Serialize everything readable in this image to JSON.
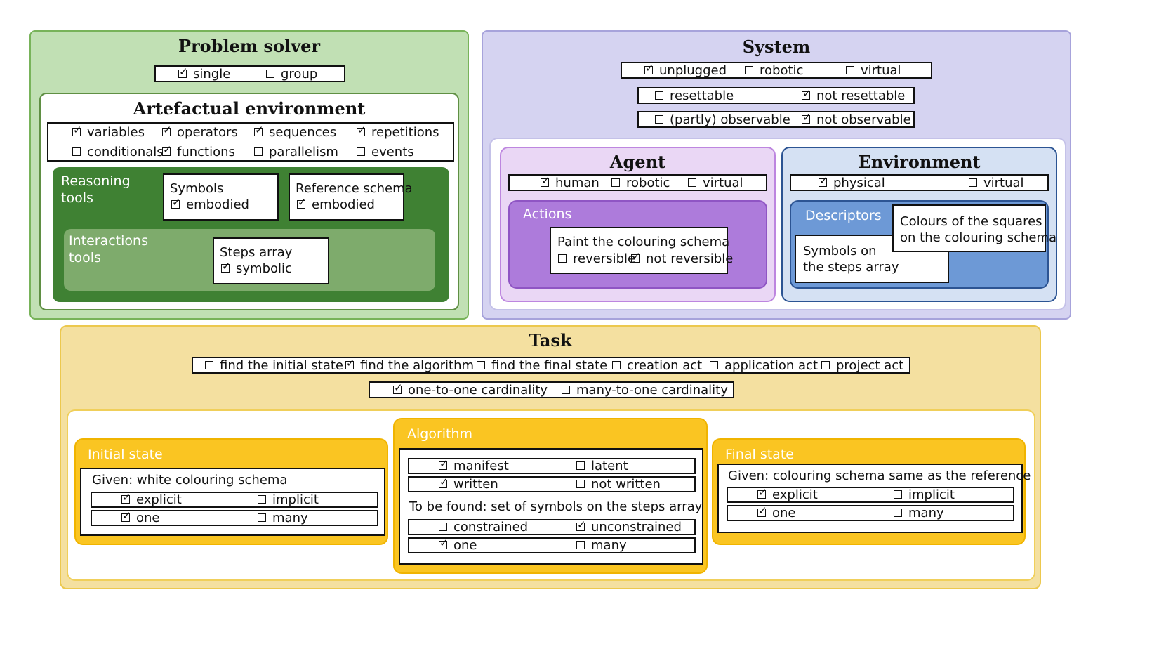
{
  "problem_solver": {
    "title": "Problem solver",
    "options": [
      {
        "label": "single",
        "checked": true
      },
      {
        "label": "group",
        "checked": false
      }
    ],
    "artefactual_environment": {
      "title": "Artefactual environment",
      "options": [
        {
          "label": "variables",
          "checked": true
        },
        {
          "label": "operators",
          "checked": true
        },
        {
          "label": "sequences",
          "checked": true
        },
        {
          "label": "repetitions",
          "checked": true
        },
        {
          "label": "conditionals",
          "checked": false
        },
        {
          "label": "functions",
          "checked": true
        },
        {
          "label": "parallelism",
          "checked": false
        },
        {
          "label": "events",
          "checked": false
        }
      ],
      "reasoning_tools": {
        "label_line1": "Reasoning",
        "label_line2": "tools",
        "symbols": {
          "title": "Symbols",
          "option": {
            "label": "embodied",
            "checked": true
          }
        },
        "reference_schema": {
          "title": "Reference schema",
          "option": {
            "label": "embodied",
            "checked": true
          }
        }
      },
      "interactions_tools": {
        "label_line1": "Interactions",
        "label_line2": "tools",
        "steps_array": {
          "title": "Steps array",
          "option": {
            "label": "symbolic",
            "checked": true
          }
        }
      }
    }
  },
  "system": {
    "title": "System",
    "row1": [
      {
        "label": "unplugged",
        "checked": true
      },
      {
        "label": "robotic",
        "checked": false
      },
      {
        "label": "virtual",
        "checked": false
      }
    ],
    "row2": [
      {
        "label": "resettable",
        "checked": false
      },
      {
        "label": "not resettable",
        "checked": true
      }
    ],
    "row3": [
      {
        "label": "(partly) observable",
        "checked": false
      },
      {
        "label": "not observable",
        "checked": true
      }
    ],
    "agent": {
      "title": "Agent",
      "options": [
        {
          "label": "human",
          "checked": true
        },
        {
          "label": "robotic",
          "checked": false
        },
        {
          "label": "virtual",
          "checked": false
        }
      ],
      "actions": {
        "label": "Actions",
        "box_title": "Paint the colouring schema",
        "options": [
          {
            "label": "reversible",
            "checked": false
          },
          {
            "label": "not reversible",
            "checked": true
          }
        ]
      }
    },
    "environment": {
      "title": "Environment",
      "options": [
        {
          "label": "physical",
          "checked": true
        },
        {
          "label": "virtual",
          "checked": false
        }
      ],
      "descriptors": {
        "label": "Descriptors",
        "box1_line1": "Symbols on",
        "box1_line2": "the steps array",
        "box2_line1": "Colours of the squares",
        "box2_line2": "on the colouring schema"
      }
    }
  },
  "task": {
    "title": "Task",
    "row1": [
      {
        "label": "find the initial state",
        "checked": false
      },
      {
        "label": "find the algorithm",
        "checked": true
      },
      {
        "label": "find the final state",
        "checked": false
      },
      {
        "label": "creation act",
        "checked": false
      },
      {
        "label": "application act",
        "checked": false
      },
      {
        "label": "project act",
        "checked": false
      }
    ],
    "row2": [
      {
        "label": "one-to-one cardinality",
        "checked": true
      },
      {
        "label": "many-to-one cardinality",
        "checked": false
      }
    ],
    "initial_state": {
      "label": "Initial state",
      "given": "Given: white colouring schema",
      "row1": [
        {
          "label": "explicit",
          "checked": true
        },
        {
          "label": "implicit",
          "checked": false
        }
      ],
      "row2": [
        {
          "label": "one",
          "checked": true
        },
        {
          "label": "many",
          "checked": false
        }
      ]
    },
    "algorithm": {
      "label": "Algorithm",
      "row1": [
        {
          "label": "manifest",
          "checked": true
        },
        {
          "label": "latent",
          "checked": false
        }
      ],
      "row2": [
        {
          "label": "written",
          "checked": true
        },
        {
          "label": "not written",
          "checked": false
        }
      ],
      "to_be_found": "To be found: set of symbols on the steps array",
      "row3": [
        {
          "label": "constrained",
          "checked": false
        },
        {
          "label": "unconstrained",
          "checked": true
        }
      ],
      "row4": [
        {
          "label": "one",
          "checked": true
        },
        {
          "label": "many",
          "checked": false
        }
      ]
    },
    "final_state": {
      "label": "Final state",
      "given": "Given: colouring schema same as the reference",
      "row1": [
        {
          "label": "explicit",
          "checked": true
        },
        {
          "label": "implicit",
          "checked": false
        }
      ],
      "row2": [
        {
          "label": "one",
          "checked": true
        },
        {
          "label": "many",
          "checked": false
        }
      ]
    }
  },
  "colors": {
    "problem_solver_bg": "#c1e0b4",
    "problem_solver_border": "#78b35a",
    "reasoning_bg": "#3f8133",
    "interactions_bg": "#7eab6c",
    "system_bg": "#d5d3f1",
    "system_border": "#a7a3db",
    "agent_bg": "#ead7f5",
    "agent_border": "#bd86df",
    "actions_bg": "#ad7bdb",
    "environment_bg": "#d5e1f3",
    "environment_border": "#2c5493",
    "descriptors_bg": "#6d99d6",
    "task_bg": "#f4e0a0",
    "task_border": "#ecc84e",
    "task_state_bg": "#fac522"
  }
}
